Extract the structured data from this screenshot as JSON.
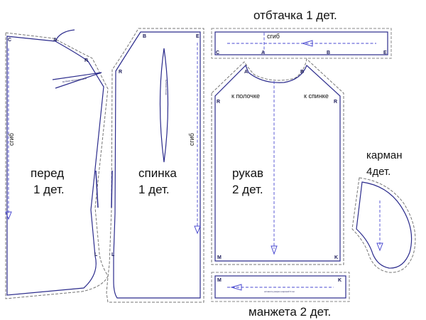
{
  "colors": {
    "seam": "#2b2b8c",
    "allowance": "#777777",
    "grain": "#4a4ad0"
  },
  "labels": {
    "facing_title": "отбтачка 1 дет.",
    "facing_fold": "сгиб",
    "front_name": "перед",
    "front_count": "1 дет.",
    "front_fold": "сгиб",
    "back_name": "спинка",
    "back_count": "1 дет.",
    "back_fold": "сгиб",
    "sleeve_name": "рукав",
    "sleeve_count": "2 дет.",
    "sleeve_to_front": "к полочке",
    "sleeve_to_back": "к спинке",
    "pocket_name": "карман",
    "pocket_count": "4дет.",
    "cuff_title": "манжета 2 дет."
  },
  "points": {
    "front_c": "C",
    "front_a": "A",
    "front_r": "R",
    "front_l": "L",
    "back_b": "B",
    "back_e": "E",
    "back_r": "R",
    "back_l": "L",
    "facing_c": "C",
    "facing_a": "A",
    "facing_b": "B",
    "facing_e": "E",
    "sleeve_a": "A",
    "sleeve_b": "B",
    "sleeve_r1": "R",
    "sleeve_r2": "R",
    "sleeve_m": "M",
    "sleeve_k": "K",
    "cuff_m": "M",
    "cuff_k": "K"
  },
  "tiny_notes": {
    "front_dart": "вытачка нагрудного кроя",
    "back_dart": "вытачка спинки",
    "cuff_note": "оставить разрез шириной 3 см"
  }
}
